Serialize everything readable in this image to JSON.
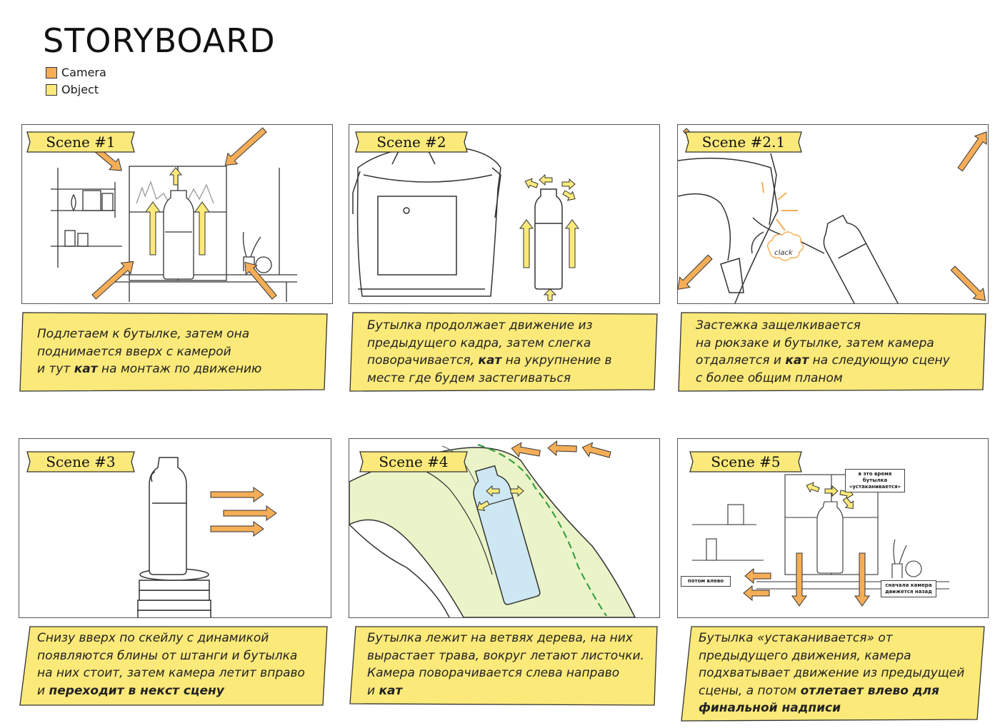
{
  "page": {
    "title": "STORYBOARD"
  },
  "legend": [
    {
      "label": "Camera",
      "color": "#f5ae57"
    },
    {
      "label": "Object",
      "color": "#fbe97a"
    }
  ],
  "colors": {
    "caption_fill": "#fbe97a",
    "camera_arrow": "#f5ae57",
    "object_arrow": "#fbe97a",
    "grass": "#2e9a3a"
  },
  "scenes": [
    {
      "badge": "Scene #1",
      "caption": [
        "Подлетаем к бутылке, затем она",
        "поднимается вверх с камерой",
        "и тут ",
        "кат",
        " на монтаж по движению"
      ]
    },
    {
      "badge": "Scene #2",
      "caption": [
        "Бутылка продолжает движение из",
        "предыдущего кадра, затем слегка",
        "поворачивается, ",
        "кат",
        " на укрупнение в",
        "месте где будем застегиваться"
      ]
    },
    {
      "badge": "Scene #2.1",
      "sfx": "clack",
      "caption": [
        "Застежка защелкивается",
        "на рюкзаке и бутылке, затем камера",
        "отдаляется и ",
        "кат",
        " на следующую сцену",
        "с более общим планом"
      ]
    },
    {
      "badge": "Scene #3",
      "caption": [
        "Снизу вверх по скейлу с динамикой",
        "появляются блины от штанги и бутылка",
        "на них стоит, затем камера летит вправо",
        "и ",
        "переходит в некст сцену"
      ]
    },
    {
      "badge": "Scene #4",
      "caption": [
        "Бутылка лежит на ветвях дерева, на них",
        "вырастает трава, вокруг летают листочки.",
        "Камера поворачивается слева направо",
        "и ",
        "кат"
      ]
    },
    {
      "badge": "Scene #5",
      "notes": [
        "в это время бутылка «устаканивается»",
        "потом влево",
        "сначала камера движется назад"
      ],
      "caption": [
        "Бутылка «устаканивается» от",
        "предыдущего движения, камера",
        "подхватывает движение из предыдущей",
        "сцены, а потом ",
        "отлетает влево для",
        "финальной надписи"
      ]
    }
  ]
}
